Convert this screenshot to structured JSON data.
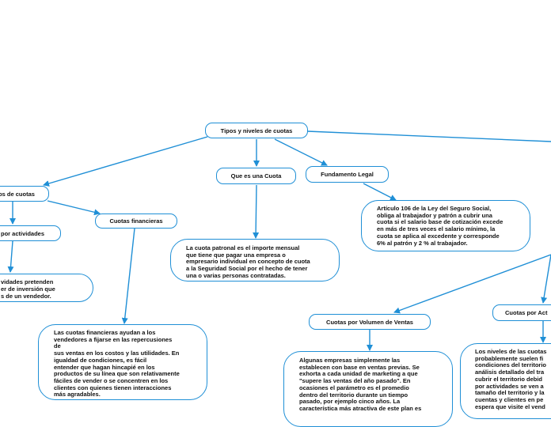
{
  "colors": {
    "link": "#1f8fd6",
    "border": "#1f8fd6",
    "text": "#111111",
    "background": "#ffffff"
  },
  "nodes": {
    "root": "Tipos y niveles de cuotas",
    "que_es": "Que es una Cuota",
    "fundamento": "Fundamento Legal",
    "tipos_cuotas": "os de cuotas",
    "por_actividades_left": "por actividades",
    "financieras": "Cuotas financieras",
    "volumen": "Cuotas por Volumen de Ventas",
    "por_act_right": "Cuotas por Act"
  },
  "texts": {
    "que_es_desc": "La cuota patronal es el importe mensual\nque tiene que pagar una empresa o\nempresario individual en concepto de cuota\na la Seguridad Social por el hecho de tener\nuna o varias personas contratadas.",
    "fundamento_desc": "Artículo 106 de la Ley del Seguro Social,\nobliga al trabajador y patrón a cubrir una\ncuota si el salario base de cotización excede\nen más de tres veces el salario mínimo, la\ncuota se aplica al excedente y corresponde\n6% al patrón y 2 % al trabajador.",
    "actividades_desc": "vidades pretenden\ner de inversión que\ns de un vendedor.",
    "financieras_desc": "Las cuotas financieras ayudan a los\nvendedores a fijarse en las repercusiones\nde\nsus ventas en los costos y las utilidades. En\nigualdad de condiciones, es fácil\nentender que hagan hincapié en los\nproductos de su línea que son relativamente\nfáciles de vender o se concentren en los\nclientes con quienes tienen interacciones\nmás agradables.",
    "volumen_desc": "Algunas empresas simplemente las\nestablecen con base en ventas previas. Se\nexhorta a cada unidad de marketing a que\n\"supere las ventas del año pasado\". En\nocasiones el parámetro es el promedio\ndentro del territorio durante un tiempo\npasado, por ejemplo cinco años. La\ncaracterística más atractiva de este plan es",
    "por_act_desc": "Los niveles de las cuotas\nprobablemente suelen fi\ncondiciones del territorio\nanálisis detallado del tra\ncubrir el territorio debid\npor actividades se ven a\ntamaño del territorio y la\ncuentas y clientes en pe\nespera que visite el vend\n"
  }
}
